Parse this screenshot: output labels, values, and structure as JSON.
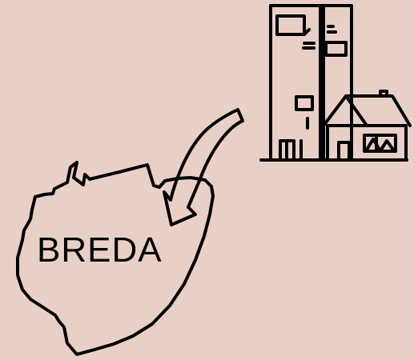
{
  "background_color": "#e9d0c7",
  "ink_color": "#000000",
  "map": {
    "label": "BREDA",
    "icon": "city-outline-map"
  },
  "arrow": {
    "icon": "curved-arrow-down-left"
  },
  "buildings": {
    "icon": "apartment-and-house"
  }
}
